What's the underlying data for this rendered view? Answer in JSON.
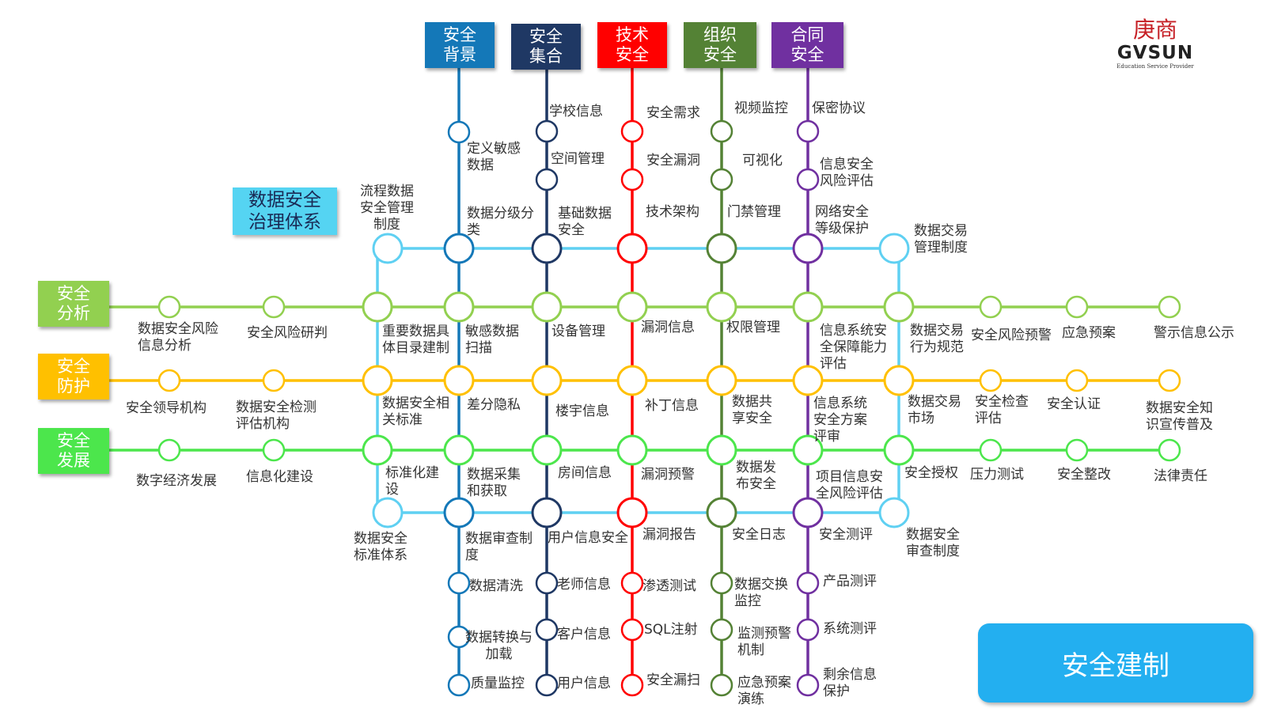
{
  "diagram": {
    "title": "数据安全\n治理体系",
    "logo": {
      "cn": "庚商",
      "en": "GVSUN",
      "sub": "Education Service Provider"
    },
    "build_button": "安全建制",
    "column_headers": [
      {
        "label": "安全\n背景",
        "color": "#1478b8"
      },
      {
        "label": "安全\n集合",
        "color": "#1f3864"
      },
      {
        "label": "技术\n安全",
        "color": "#ff0000"
      },
      {
        "label": "组织\n安全",
        "color": "#548235"
      },
      {
        "label": "合同\n安全",
        "color": "#7030a0"
      }
    ],
    "row_headers": [
      {
        "label": "安全\n分析",
        "color": "#92d050"
      },
      {
        "label": "安全\n防护",
        "color": "#ffc000"
      },
      {
        "label": "安全\n发展",
        "color": "#4ce64c"
      }
    ],
    "line_colors": {
      "governance": "#5fd0f2",
      "analysis": "#92d050",
      "protection": "#ffc000",
      "development": "#4ce64c"
    },
    "labels": {
      "c1": [
        "定义敏感\n数据",
        "数据分级分\n类",
        "敏感数据\n扫描",
        "差分隐私",
        "数据采集\n和获取",
        "数据审查制\n度",
        "数据清洗",
        "数据转换与\n加载",
        "质量监控"
      ],
      "c2": [
        "学校信息",
        "空间管理",
        "基础数据\n安全",
        "设备管理",
        "楼宇信息",
        "房间信息",
        "用户信息安全",
        "老师信息",
        "客户信息",
        "用户信息"
      ],
      "c3": [
        "安全需求",
        "安全漏洞",
        "技术架构",
        "漏洞信息",
        "补丁信息",
        "漏洞预警",
        "漏洞报告",
        "渗透测试",
        "SQL注射",
        "安全漏扫"
      ],
      "c4": [
        "视频监控",
        "可视化",
        "门禁管理",
        "权限管理",
        "数据共\n享安全",
        "数据发\n布安全",
        "安全日志",
        "数据交换\n监控",
        "监测预警\n机制",
        "应急预案\n演练"
      ],
      "c5": [
        "保密协议",
        "信息安全\n风险评估",
        "网络安全\n等级保护",
        "信息系统安\n全保障能力\n评估",
        "信息系统\n安全方案\n评审",
        "项目信息安\n全风险评估",
        "安全测评",
        "产品测评",
        "系统测评",
        "剩余信息\n保护"
      ],
      "gov": [
        "流程数据\n安全管理\n制度",
        "重要数据具\n体目录建制",
        "数据安全相\n关标准",
        "标准化建\n设",
        "数据安全\n标准体系"
      ],
      "right_gov": [
        "数据交易\n管理制度",
        "数据交易\n行为规范",
        "数据交易\n市场",
        "安全授权",
        "数据安全\n审查制度"
      ],
      "analysis": [
        "数据安全风险\n信息分析",
        "安全风险研判",
        "安全风险预警",
        "应急预案",
        "警示信息公示"
      ],
      "protection": [
        "安全领导机构",
        "数据安全检测\n评估机构",
        "安全检查\n评估",
        "安全认证",
        "数据安全知\n识宣传普及"
      ],
      "development": [
        "数字经济发展",
        "信息化建设",
        "压力测试",
        "安全整改",
        "法律责任"
      ]
    }
  }
}
